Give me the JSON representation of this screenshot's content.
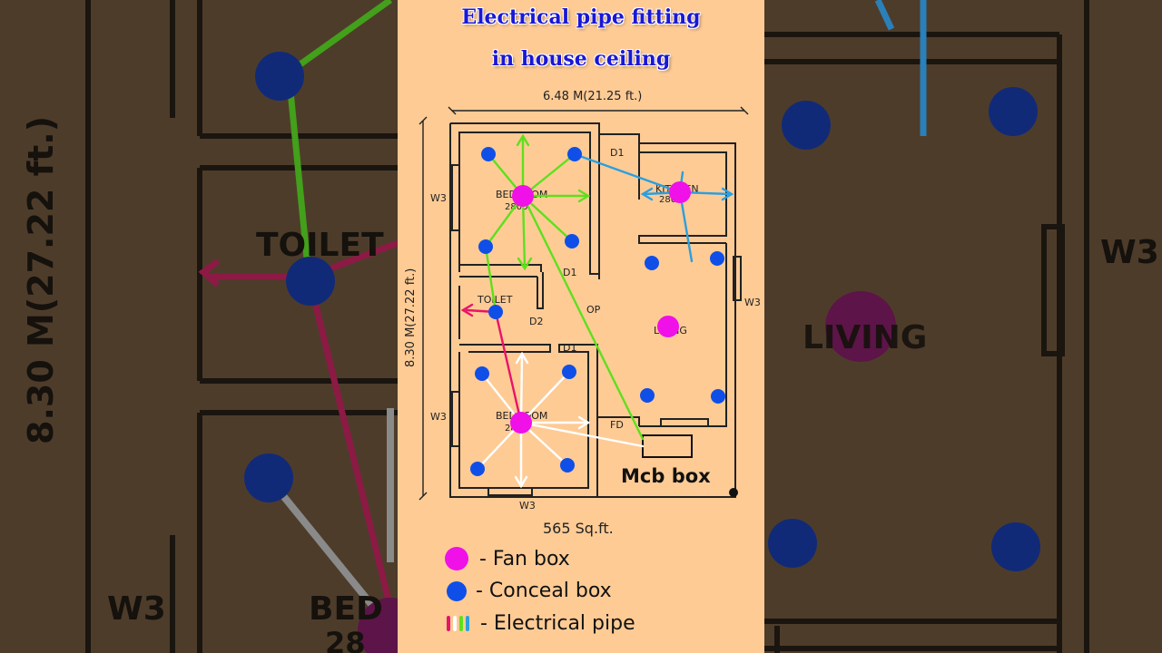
{
  "title": {
    "line1": "Electrical pipe fitting",
    "line2": "in house ceiling"
  },
  "plan": {
    "width_label": "6.48  M(21.25 ft.)",
    "height_label": "8.30  M(27.22 ft.)",
    "area_label": "565 Sq.ft.",
    "rooms": {
      "bedroom_top": "BEDROOM",
      "bedroom_top_dim": "2800",
      "kitchen": "KITCHEN",
      "kitchen_dim": "2800",
      "toilet": "TOILET",
      "living": "LIVING",
      "bedroom_bottom": "BEDROOM",
      "bedroom_bottom_dim": "2800"
    },
    "openings": {
      "d1": "D1",
      "d2": "D2",
      "w3": "W3",
      "op": "OP",
      "fd": "FD"
    },
    "mcb_label": "Mcb box"
  },
  "background": {
    "left_height_label": "8.30  M(27.22 ft.)",
    "left_toilet": "TOILET",
    "left_w3": "W3",
    "left_bedroom": "BED",
    "left_bedroom_dim": "28",
    "right_w3": "W3",
    "right_living": "LIVING"
  },
  "legend": {
    "fan_box": "- Fan box",
    "conceal_box": "- Conceal box",
    "electrical_pipe": "- Electrical pipe"
  },
  "colors": {
    "fan_box": "#f010e8",
    "conceal_box": "#0f4fe8",
    "pipe_green": "#5ee01c",
    "pipe_blue": "#2a9fe0",
    "pipe_red": "#e8136a",
    "pipe_white": "#ffffff",
    "title": "#1a17d6",
    "panel_bg": "#fecb95"
  }
}
